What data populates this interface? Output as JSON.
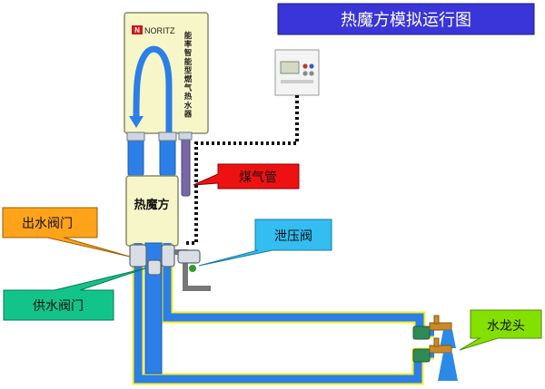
{
  "title": "热魔方模拟运行图",
  "heater": {
    "brand": "NORITZ",
    "vertical_label": [
      "能",
      "率",
      "智",
      "能",
      "型",
      "燃",
      "气",
      "热",
      "水",
      "器"
    ]
  },
  "unit_label": "热魔方",
  "callouts": {
    "gas_pipe": "煤气管",
    "outlet_valve": "出水阀门",
    "relief_valve": "泄压阀",
    "supply_valve": "供水阀门",
    "faucet": "水龙头"
  },
  "colors": {
    "title_bg": "#3a35d8",
    "flow": "#2b7fe6",
    "pipe_edge": "#ffee22",
    "gas_callout": "#ee1111",
    "outlet_callout": "#ffa31a",
    "relief_callout": "#33bdf0",
    "supply_callout": "#13c48a",
    "faucet_callout": "#84e000",
    "heater_body": "#f6f6c8",
    "cube_body": "#f6f6c8"
  }
}
